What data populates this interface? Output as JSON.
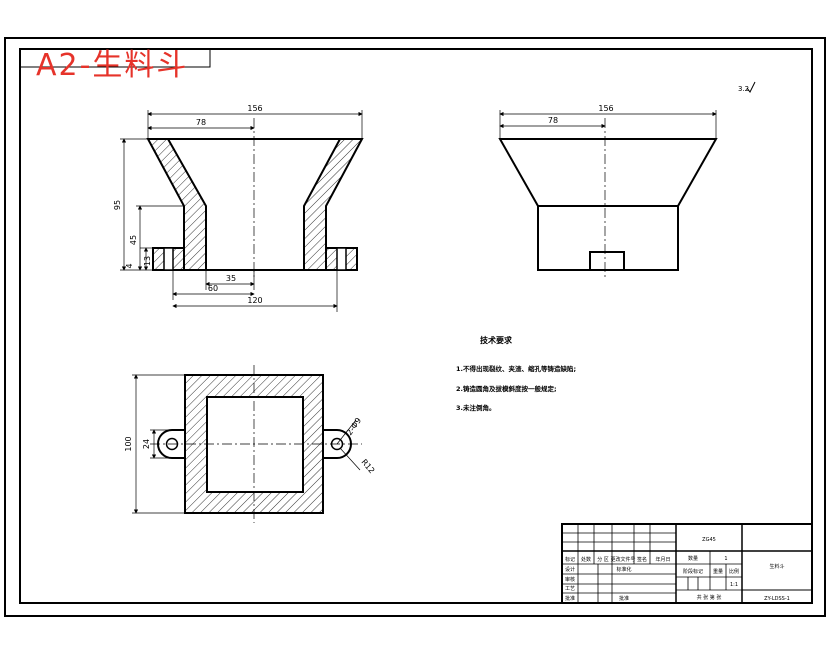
{
  "title_overlay": "A2-生料斗",
  "roughness_symbol": "3.2",
  "front_view": {
    "dims": {
      "top_width": "156",
      "half_top": "78",
      "height_total": "95",
      "height_45": "45",
      "height_13": "13",
      "height_4": "4",
      "inner_35": "35",
      "span_60": "60",
      "base_120": "120"
    }
  },
  "side_view": {
    "dims": {
      "top_width": "156",
      "half_top": "78"
    }
  },
  "top_view": {
    "dims": {
      "height_100": "100",
      "lug_24": "24",
      "hole_label": "2-Φ9",
      "radius_label": "R12"
    }
  },
  "tech_requirements": {
    "heading": "技术要求",
    "items": [
      "1.不得出现裂纹、夹渣、缩孔等铸造缺陷;",
      "2.铸造圆角及拔模斜度按一般规定;",
      "3.未注倒角。"
    ]
  },
  "title_block": {
    "material": "ZG45",
    "part_name": "生料斗",
    "drawing_no": "ZY-LDSS-1",
    "scale": "1:1",
    "qty": "1",
    "labels": {
      "mark": "标记",
      "count": "处数",
      "zone": "分 区",
      "change_doc": "更改文件号",
      "sign": "签名",
      "date": "年月日",
      "design": "设计",
      "standard": "标准化",
      "stage_mark": "阶段标记",
      "weight": "重量",
      "ratio": "比例",
      "check": "审核",
      "process": "工艺",
      "approve": "批准",
      "sheet": "共 张 第 张"
    }
  }
}
